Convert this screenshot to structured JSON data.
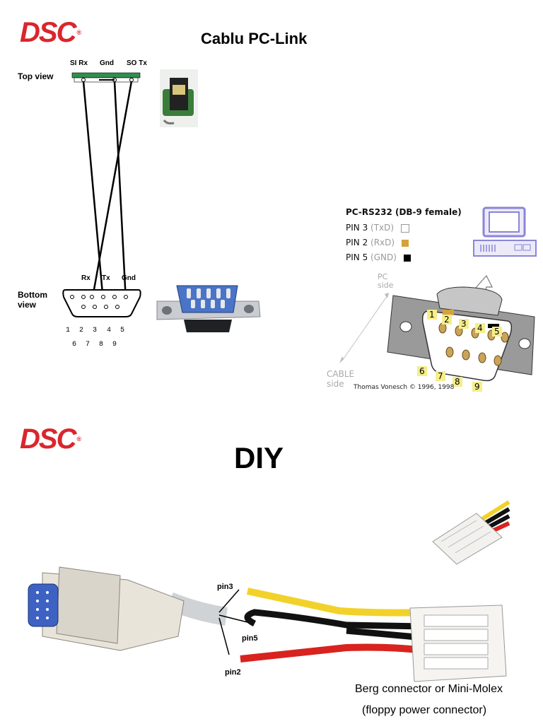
{
  "logo_top": {
    "text": "DSC",
    "mark": "®"
  },
  "logo_bottom": {
    "text": "DSC",
    "mark": "®"
  },
  "title": "Cablu PC-Link",
  "wiring": {
    "top_view_label": "Top view",
    "bottom_view_label": "Bottom\nview",
    "top_pins": [
      "SI Rx",
      "Gnd",
      "SO Tx"
    ],
    "bottom_pins": [
      "Rx",
      "Tx",
      "Gnd"
    ],
    "db9_row1": [
      "1",
      "2",
      "3",
      "4",
      "5"
    ],
    "db9_row2": [
      "6",
      "7",
      "8",
      "9"
    ]
  },
  "rs232": {
    "heading": "PC-RS232  (DB-9 female)",
    "rows": [
      {
        "pin": "PIN 3",
        "signal": "(TxD)",
        "swatch": "#ffffff"
      },
      {
        "pin": "PIN 2",
        "signal": "(RxD)",
        "swatch": "#d4a23a"
      },
      {
        "pin": "PIN 5",
        "signal": "(GND)",
        "swatch": "#000000"
      }
    ],
    "pc_side": "PC\nside",
    "cable_side": "CABLE\nside",
    "credit": "Thomas Vonesch © 1996, 1998",
    "pin_labels_top": [
      "1",
      "2",
      "3",
      "4",
      "5"
    ],
    "pin_labels_bottom": [
      "6",
      "7",
      "8",
      "9"
    ]
  },
  "diy": {
    "title": "DIY",
    "wire_labels": {
      "pin3": "pin3",
      "pin5": "pin5",
      "pin2": "pin2"
    },
    "caption_line1": "Berg connector or Mini-Molex",
    "caption_line2": "(floppy power connector)",
    "colors": {
      "yellow": "#f2d22a",
      "black": "#111111",
      "red": "#d8231f"
    }
  }
}
